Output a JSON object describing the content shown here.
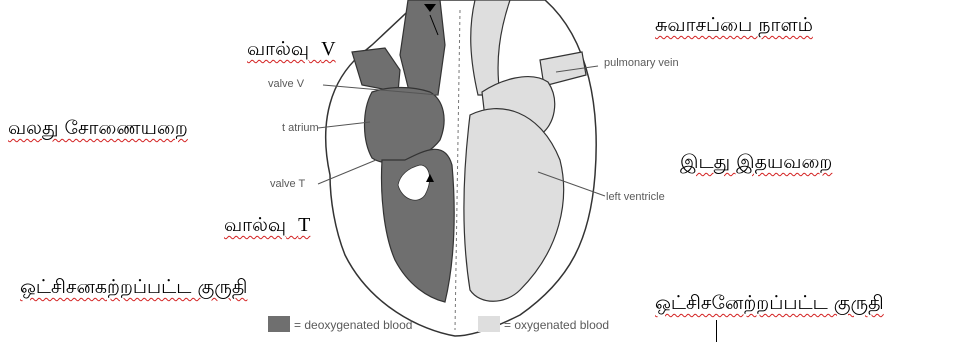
{
  "tamil_labels": {
    "valve_v": "வால்வு",
    "valve_v_letter": "V",
    "right_atrium": "வலது சோணையறை",
    "pulmonary_vein": "சுவாசப்பை நாளம்",
    "left_ventricle": "இடது இதயவறை",
    "valve_t": "வால்வு",
    "valve_t_letter": "T",
    "deoxygenated": "ஒட்சிசனகற்றப்பட்ட குருதி",
    "oxygenated": "ஒட்சிசனேற்றப்பட்ட குருதி"
  },
  "english_labels": {
    "valve_v": "valve V",
    "right_atrium": "t atrium",
    "valve_t": "valve T",
    "pulmonary_vein": "pulmonary vein",
    "left_ventricle": "left ventricle"
  },
  "legend": {
    "deoxygenated": "= deoxygenated blood",
    "oxygenated": "= oxygenated blood"
  },
  "colors": {
    "deoxygenated": "#6f6f6f",
    "oxygenated": "#dedede",
    "outline": "#333333",
    "spellcheck_underline": "#d32020"
  }
}
